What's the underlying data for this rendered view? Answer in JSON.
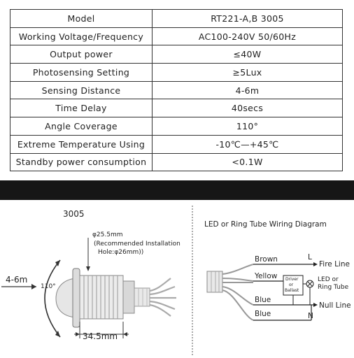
{
  "spec_table": {
    "rows": [
      {
        "label": "Model",
        "value": "RT221-A,B   3005"
      },
      {
        "label": "Working Voltage/Frequency",
        "value": "AC100-240V  50/60Hz"
      },
      {
        "label": "Output power",
        "value": "≤40W"
      },
      {
        "label": "Photosensing Setting",
        "value": "≥5Lux"
      },
      {
        "label": "Sensing Distance",
        "value": "4-6m"
      },
      {
        "label": "Time Delay",
        "value": "40secs"
      },
      {
        "label": "Angle Coverage",
        "value": "110°"
      },
      {
        "label": "Extreme Temperature Using",
        "value": "-10℃—+45℃"
      },
      {
        "label": "Standby power consumption",
        "value": "<0.1W"
      }
    ]
  },
  "product_drawing": {
    "model": "3005",
    "diameter": "φ25.5mm",
    "install_note_1": "(Recommended Installation",
    "install_note_2": "Hole:φ26mm))",
    "range": "4-6m",
    "angle": "110°",
    "width": "34.5mm"
  },
  "wiring_diagram": {
    "title": "LED or Ring Tube Wiring Diagram",
    "wire_brown": "Brown",
    "wire_yellow": "Yellow",
    "wire_blue_1": "Blue",
    "wire_blue_2": "Blue",
    "terminal_l": "L",
    "terminal_n": "N",
    "fire_line": "Fire Line",
    "null_line": "Null Line",
    "driver_1": "Driver",
    "driver_2": "or",
    "driver_3": "Ballast",
    "led_1": "LED or",
    "led_2": "Ring Tube"
  }
}
